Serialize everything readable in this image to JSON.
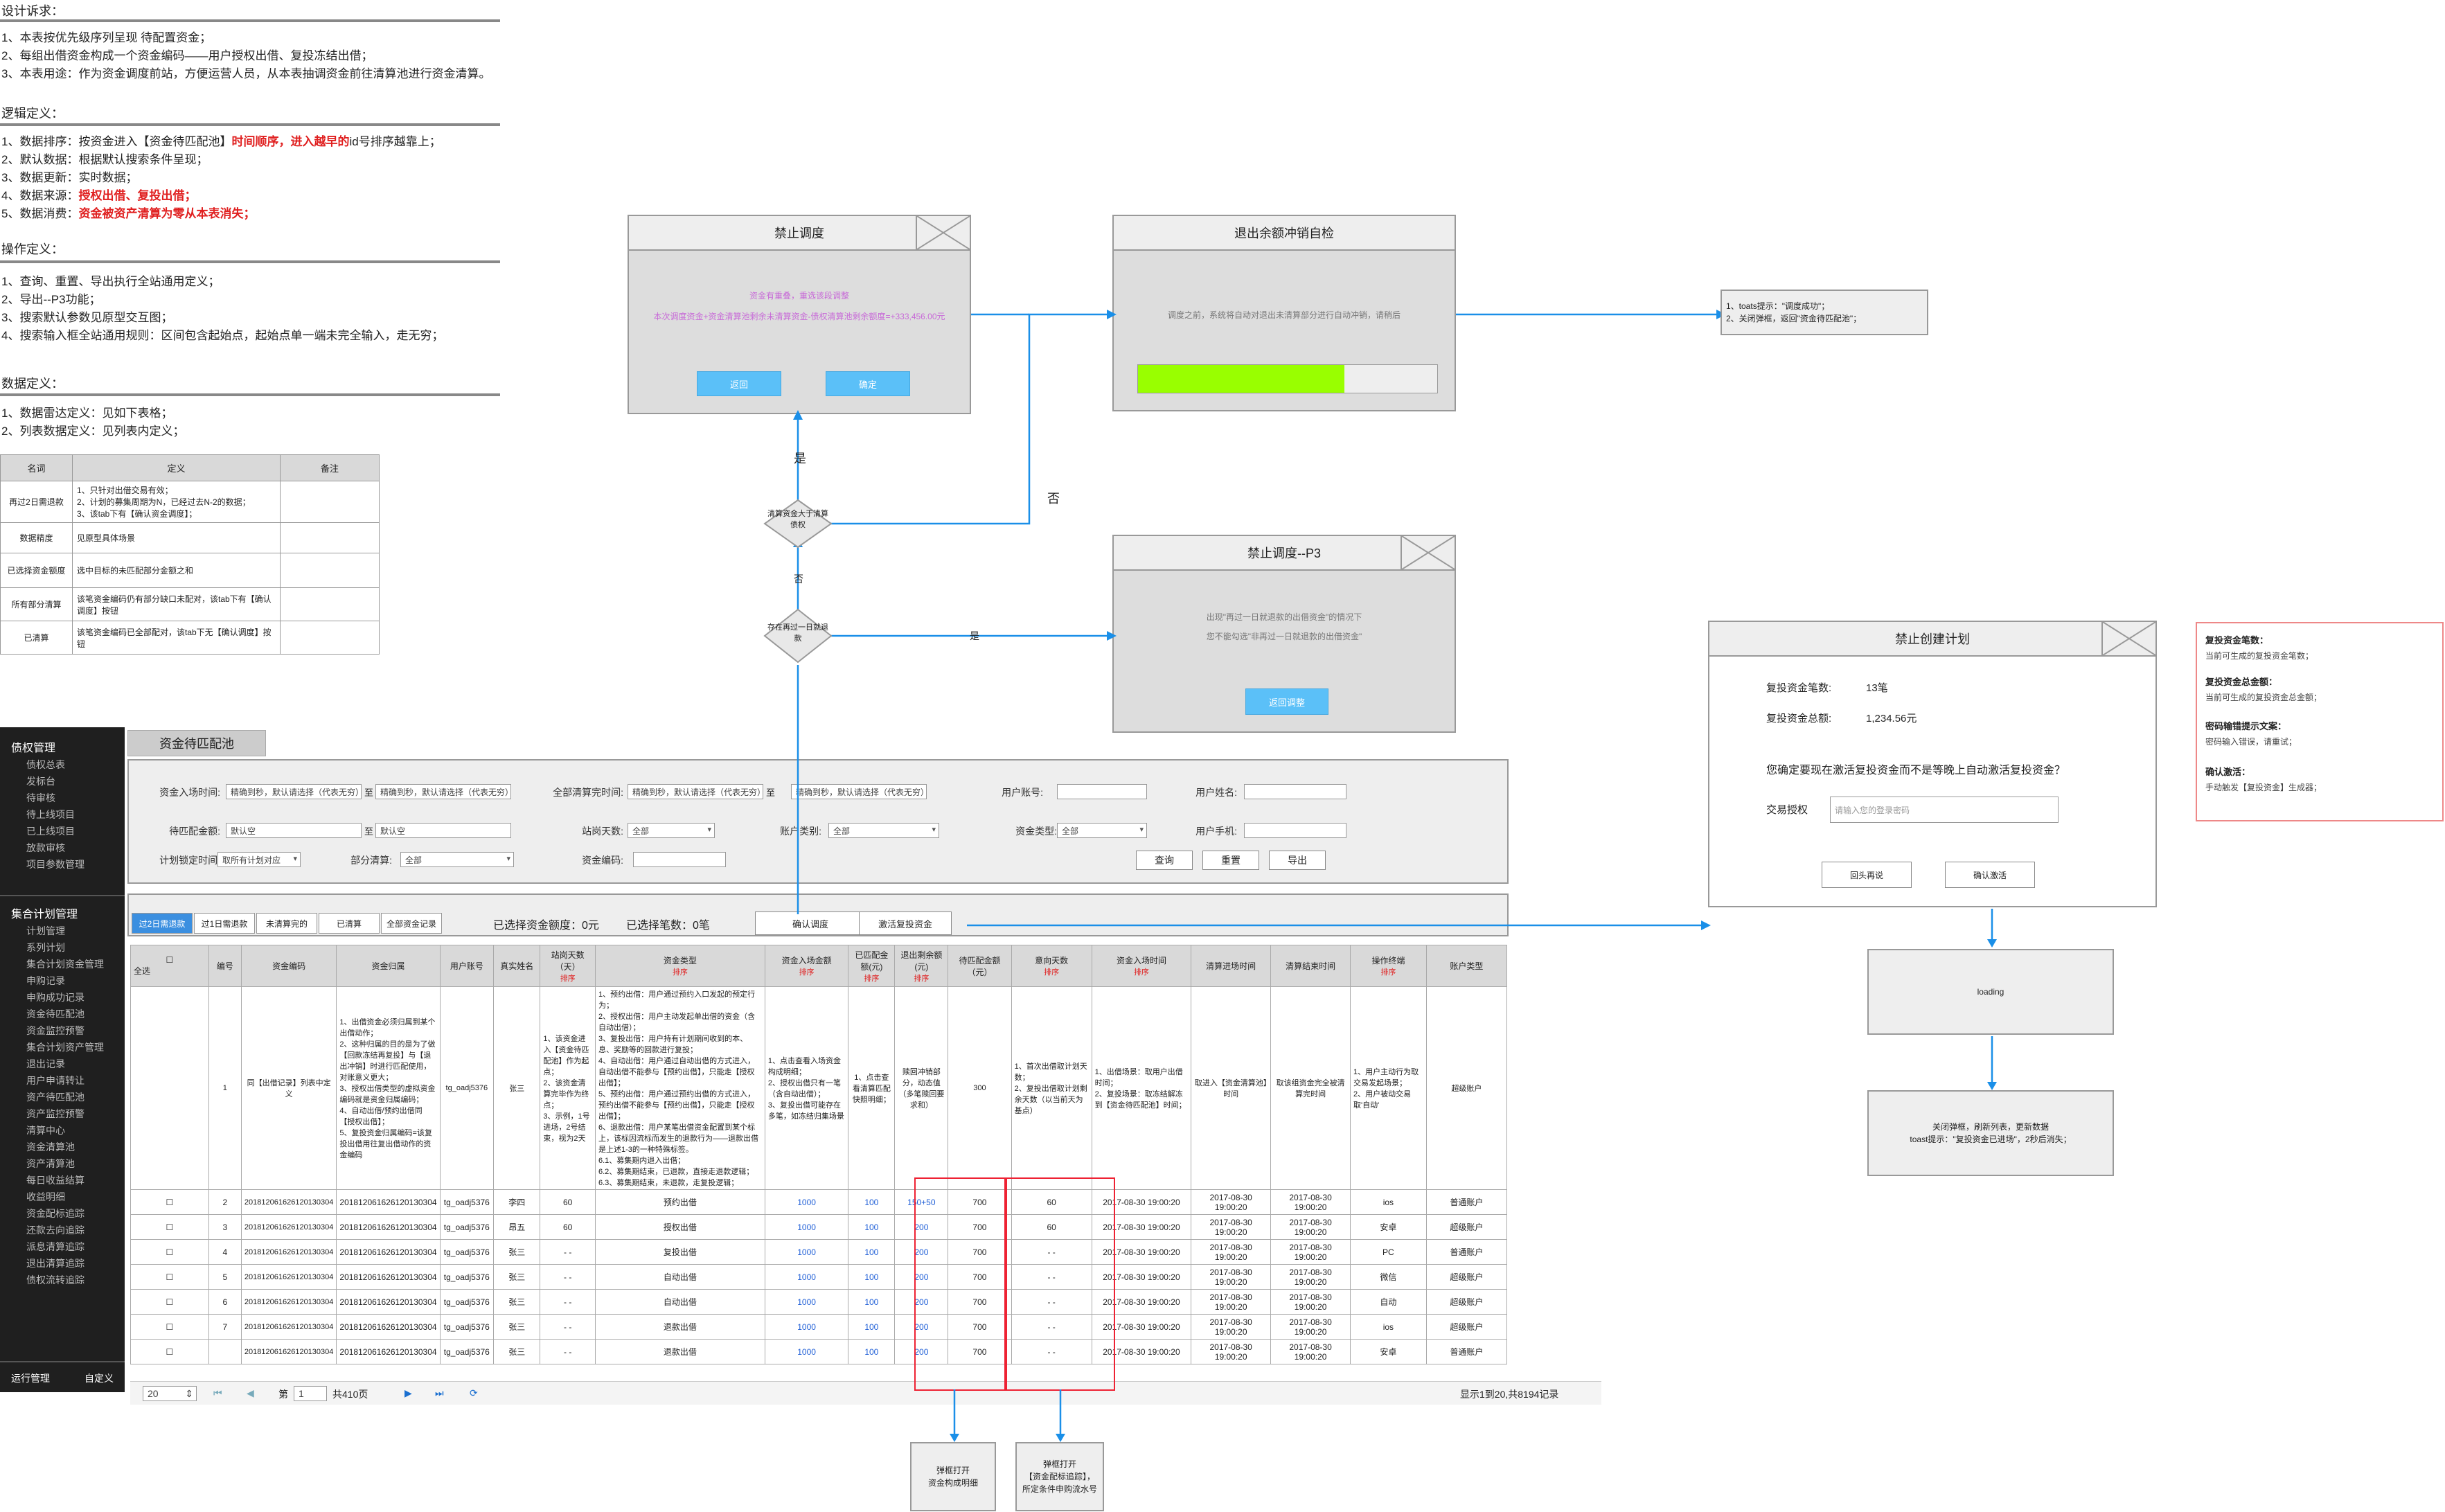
{
  "spec": {
    "design": {
      "title": "设计诉求：",
      "lines": [
        "1、本表按优先级序列呈现 待配置资金；",
        "2、每组出借资金构成一个资金编码——用户授权出借、复投冻结出借；",
        "3、本表用途：作为资金调度前站，方便运营人员，从本表抽调资金前往清算池进行资金清算。"
      ]
    },
    "logic": {
      "title": "逻辑定义：",
      "l1a": "1、数据排序：按资金进入【资金待匹配池】",
      "l1b": "时间顺序，进入越早的",
      "l1c": "id号排序越靠上；",
      "l2": "2、默认数据：根据默认搜索条件呈现；",
      "l3": "3、数据更新：实时数据；",
      "l4a": "4、数据来源：",
      "l4b": "授权出借、复投出借；",
      "l5a": "5、数据消费：",
      "l5b": "资金被资产清算为零从本表消失；"
    },
    "ops": {
      "title": "操作定义：",
      "lines": [
        "1、查询、重置、导出执行全站通用定义；",
        "2、导出--P3功能；",
        "3、搜索默认参数见原型交互图；",
        "4、搜索输入框全站通用规则：区间包含起始点，起始点单一端未完全输入，走无穷；"
      ]
    },
    "data": {
      "title": "数据定义：",
      "lines": [
        "1、数据雷达定义：见如下表格；",
        "2、列表数据定义：见列表内定义；"
      ]
    }
  },
  "deftable": {
    "headers": [
      "名词",
      "定义",
      "备注"
    ],
    "rows": [
      [
        "再过2日需退款",
        "1、只针对出借交易有效；\n2、计划的募集周期为N，已经过去N-2的数据；\n3、该tab下有【确认资金调度】；",
        ""
      ],
      [
        "数据精度",
        "见原型具体场景",
        ""
      ],
      [
        "已选择资金额度",
        "选中目标的未匹配部分金额之和",
        ""
      ],
      [
        "所有部分清算",
        "该笔资金编码仍有部分缺口未配对，该tab下有【确认调度】按钮",
        ""
      ],
      [
        "已清算",
        "该笔资金编码已全部配对，该tab下无【确认调度】按钮",
        ""
      ]
    ]
  },
  "sidebar": {
    "g1": "债权管理",
    "g1items": [
      "债权总表",
      "发标台",
      "待审核",
      "待上线项目",
      "已上线项目",
      "放款审核",
      "项目参数管理"
    ],
    "g2": "集合计划管理",
    "g2items": [
      "计划管理",
      "系列计划",
      "集合计划资金管理",
      "申购记录",
      "申购成功记录",
      "资金待匹配池",
      "资金监控预警",
      "集合计划资产管理",
      "退出记录",
      "用户申请转让",
      "资产待匹配池",
      "资产监控预警",
      "清算中心",
      "资金清算池",
      "资产清算池",
      "每日收益结算",
      "收益明细",
      "资金配标追踪",
      "还款去向追踪",
      "派息清算追踪",
      "退出清算追踪",
      "债权流转追踪"
    ],
    "footer_left": "运行管理",
    "footer_right": "自定义"
  },
  "page": {
    "title": "资金待匹配池"
  },
  "search": {
    "enter_time": "资金入场时间:",
    "enter_from": "精确到秒，默认请选择（代表无穷）",
    "to": "至",
    "enter_to": "精确到秒，默认请选择（代表无穷）",
    "clear_time": "全部清算完时间:",
    "clear_from": "精确到秒，默认请选择（代表无穷）",
    "clear_to": "精确到秒，默认请选择（代表无穷）",
    "user_account": "用户账号:",
    "user_name": "用户姓名:",
    "pending": "待匹配金额:",
    "pending_from": "默认空",
    "pending_to": "默认空",
    "days": "站岗天数:",
    "days_val": "全部",
    "acct_type": "账户类别:",
    "acct_val": "全部",
    "fund_type": "资金类型:",
    "fund_val": "全部",
    "phone": "用户手机:",
    "lock": "计划锁定时间:",
    "lock_val": "取所有计划对应",
    "partial": "部分清算:",
    "partial_val": "全部",
    "code": "资金编码:",
    "query": "查询",
    "reset": "重置",
    "export": "导出"
  },
  "tabs": [
    "过2日需退款",
    "过1日需退款",
    "未清算完的",
    "已清算",
    "全部资金记录"
  ],
  "selected_amt": "已选择资金额度：0元",
  "selected_cnt": "已选择笔数：0笔",
  "confirm_btn": "确认调度",
  "activate_btn": "激活复投资金",
  "grid": {
    "headers": [
      "全选",
      "编号",
      "资金编码",
      "资金归属",
      "用户账号",
      "真实姓名",
      "站岗天数（天）",
      "资金类型",
      "资金入场金额",
      "已匹配金额(元)",
      "退出剩余额(元)",
      "待匹配金额（元）",
      "意向天数",
      "资金入场时间",
      "清算进场时间",
      "清算结束时间",
      "操作终端",
      "账户类型"
    ],
    "sort": "排序",
    "def_row": {
      "no": "1",
      "code": "同【出借记录】列表中定义",
      "owner": "1、出借资金必须归属到某个出借动作；\n2、这种归属的目的是为了做【回款冻结再复投】与【退出冲销】时进行匹配使用，对账意义更大；\n3、授权出借类型的虚拟资金编码就是资金归属编码；\n4、自动出借/预约出借同【授权出借】；\n5、复投资金归属编码=该复投出借用往复出借动作的资金编码",
      "account": "tg_oadj5376",
      "name": "张三",
      "days": "1、该资金进入【资金待匹配池】作为起点；\n2、该资金清算完毕作为终点；\n3、示例，1号进场，2号结束，视为2天",
      "type": "1、预约出借：用户通过预约入口发起的预定行为；\n2、授权出借：用户主动发起单出借的资金（含自动出借）；\n3、复投出借：用户持有计划期间收到的本、息、奖励等的回款进行复投；\n4、自动出借：用户通过自动出借的方式进入，自动出借不能参与【预约出借】，只能走【授权出借】；\n5、预约出借：用户通过预约出借的方式进入，预约出借不能参与【预约出借】，只能走【授权出借】；\n6、退款出借：用户某笔出借资金配置到某个标上，该标因流标而发生的退款行为——退款出借是上述1-3的一种特殊标签。\n6.1、募集期内退入出借；\n6.2、募集期结束，已退款，直接走退款逻辑；\n6.3、募集期结束，未退款，走复投逻辑；",
      "enter_amt": "1、点击查看入场资金构成明细；\n2、授权出借只有一笔（含自动出借）；\n3、复投出借可能存在多笔，如冻结归集场景",
      "matched": "1、点击查看清算匹配快照明细；",
      "exit_left": "赎回冲销部分，动态值（多笔赎回要求和）",
      "pending": "300",
      "intent": "1、首次出借取计划天数；\n2、复投出借取计划剩余天数（以当前天为基点）",
      "enter_time": "1、出借场景：取用户出借时间；\n2、复投场景：取冻结解冻到【资金待匹配池】时间；",
      "clear_in": "取进入【资金清算池】时间",
      "clear_end": "取该组资金完全被清算完时间",
      "terminal": "1、用户主动行为取交易发起场景；\n2、用户被动交易取'自动'",
      "acct_type": "超级账户"
    },
    "rows": [
      {
        "no": "2",
        "code": "201812061626120130304",
        "owner": "201812061626120130304",
        "account": "tg_oadj5376",
        "name": "李四",
        "days": "60",
        "type": "预约出借",
        "enter": "1000",
        "matched": "100",
        "left": "150+50",
        "pending": "700",
        "intent": "60",
        "t1": "2017-08-30 19:00:20",
        "t2": "2017-08-30 19:00:20",
        "t3": "2017-08-30 19:00:20",
        "terminal": "ios",
        "acct": "普通账户"
      },
      {
        "no": "3",
        "code": "201812061626120130304",
        "owner": "201812061626120130304",
        "account": "tg_oadj5376",
        "name": "昂五",
        "days": "60",
        "type": "授权出借",
        "enter": "1000",
        "matched": "100",
        "left": "200",
        "pending": "700",
        "intent": "60",
        "t1": "2017-08-30 19:00:20",
        "t2": "2017-08-30 19:00:20",
        "t3": "2017-08-30 19:00:20",
        "terminal": "安卓",
        "acct": "超级账户"
      },
      {
        "no": "4",
        "code": "201812061626120130304",
        "owner": "201812061626120130304",
        "account": "tg_oadj5376",
        "name": "张三",
        "days": "- -",
        "type": "复投出借",
        "enter": "1000",
        "matched": "100",
        "left": "200",
        "pending": "700",
        "intent": "- -",
        "t1": "2017-08-30 19:00:20",
        "t2": "2017-08-30 19:00:20",
        "t3": "2017-08-30 19:00:20",
        "terminal": "PC",
        "acct": "普通账户"
      },
      {
        "no": "5",
        "code": "201812061626120130304",
        "owner": "201812061626120130304",
        "account": "tg_oadj5376",
        "name": "张三",
        "days": "- -",
        "type": "自动出借",
        "enter": "1000",
        "matched": "100",
        "left": "200",
        "pending": "700",
        "intent": "- -",
        "t1": "2017-08-30 19:00:20",
        "t2": "2017-08-30 19:00:20",
        "t3": "2017-08-30 19:00:20",
        "terminal": "微信",
        "acct": "超级账户"
      },
      {
        "no": "6",
        "code": "201812061626120130304",
        "owner": "201812061626120130304",
        "account": "tg_oadj5376",
        "name": "张三",
        "days": "- -",
        "type": "自动出借",
        "enter": "1000",
        "matched": "100",
        "left": "200",
        "pending": "700",
        "intent": "- -",
        "t1": "2017-08-30 19:00:20",
        "t2": "2017-08-30 19:00:20",
        "t3": "2017-08-30 19:00:20",
        "terminal": "自动",
        "acct": "超级账户"
      },
      {
        "no": "7",
        "code": "201812061626120130304",
        "owner": "201812061626120130304",
        "account": "tg_oadj5376",
        "name": "张三",
        "days": "- -",
        "type": "退款出借",
        "enter": "1000",
        "matched": "100",
        "left": "200",
        "pending": "700",
        "intent": "- -",
        "t1": "2017-08-30 19:00:20",
        "t2": "2017-08-30 19:00:20",
        "t3": "2017-08-30 19:00:20",
        "terminal": "ios",
        "acct": "超级账户"
      },
      {
        "no": "",
        "code": "201812061626120130304",
        "owner": "201812061626120130304",
        "account": "tg_oadj5376",
        "name": "张三",
        "days": "- -",
        "type": "退款出借",
        "enter": "1000",
        "matched": "100",
        "left": "200",
        "pending": "700",
        "intent": "- -",
        "t1": "2017-08-30 19:00:20",
        "t2": "2017-08-30 19:00:20",
        "t3": "2017-08-30 19:00:20",
        "terminal": "安卓",
        "acct": "普通账户"
      }
    ]
  },
  "pager": {
    "size": "20",
    "page_label": "第",
    "page": "1",
    "total_pages": "共410页",
    "summary": "显示1到20,共8194记录"
  },
  "dlg_ban": {
    "title": "禁止调度",
    "line1": "资金有重叠，重选该段调整",
    "line2": "本次调度资金+资金清算池剩余未清算资金-债权清算池剩余额度=+333,456.00元",
    "back": "返回",
    "ok": "确定"
  },
  "dlg_exit": {
    "title": "退出余额冲销自检",
    "line": "调度之前，系统将自动对退出未清算部分进行自动冲销，请稍后",
    "progress": 0.69
  },
  "dlg_p3": {
    "title": "禁止调度--P3",
    "line1": "出现\"再过一日就退款的出借资金\"的情况下",
    "line2": "您不能勾选\"非再过一日就退款的出借资金\"",
    "back": "返回调整"
  },
  "dlg_create": {
    "title": "禁止创建计划",
    "count_lbl": "复投资金笔数:",
    "count_val": "13笔",
    "total_lbl": "复投资金总额:",
    "total_val": "1,234.56元",
    "question": "您确定要现在激活复投资金而不是等晚上自动激活复投资金？",
    "auth_lbl": "交易授权",
    "auth_ph": "请输入您的登录密码",
    "back": "回头再说",
    "confirm": "确认激活"
  },
  "flow": {
    "d1": "清算资金大于清算债权",
    "d2": "存在再过一日就退款",
    "yes1": "是",
    "no1": "否",
    "yes2": "是",
    "no2": "否",
    "toast": "1、toats提示：\"调度成功\"；\n2、关闭弹框，返回\"资金待匹配池\"；",
    "loading": "loading",
    "final": "关闭弹框，刷新列表，更新数据\ntoast提示：\"复投资金已进场\"，2秒后消失；",
    "pop1": "弹框打开\n资金构成明细",
    "pop2": "弹框打开\n【资金配标追踪】，\n所定条件申购流水号"
  },
  "rednote": {
    "a_t": "复投资金笔数：",
    "a_d": "当前可生成的复投资金笔数；",
    "b_t": "复投资金总金额：",
    "b_d": "当前可生成的复投资金总金额；",
    "c_t": "密码输错提示文案：",
    "c_d": "密码输入错误，请重试；",
    "d_t": "确认激活：",
    "d_d": "手动触发【复投资金】生成器；"
  },
  "colors": {
    "accent": "#5bc0f8",
    "red": "#e02020",
    "progress": "#99ff00",
    "flow": "#1a8fe8"
  }
}
